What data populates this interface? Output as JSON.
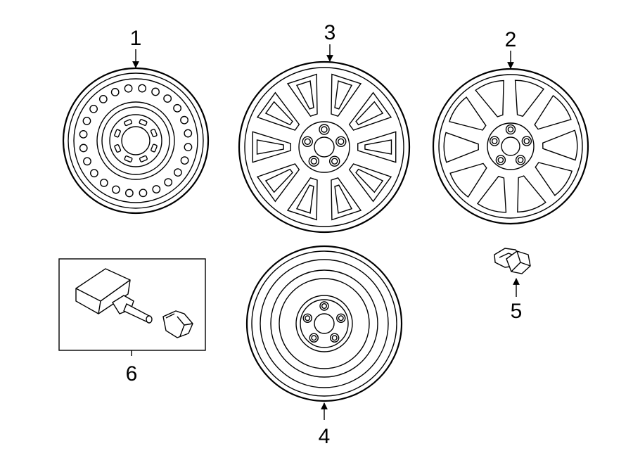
{
  "callouts": {
    "steel_wheel": "1",
    "alloy_wheel_b": "2",
    "alloy_wheel_a": "3",
    "spare_wheel": "4",
    "lug_nut": "5",
    "tpms_sensor": "6"
  },
  "icons": {
    "steel_wheel": "steel-wheel-icon",
    "alloy_wheel_a": "alloy-wheel-icon",
    "alloy_wheel_b": "alloy-wheel-icon",
    "spare_wheel": "spare-wheel-icon",
    "lug_nut": "lug-nut-icon",
    "tpms_sensor": "tpms-sensor-icon"
  }
}
